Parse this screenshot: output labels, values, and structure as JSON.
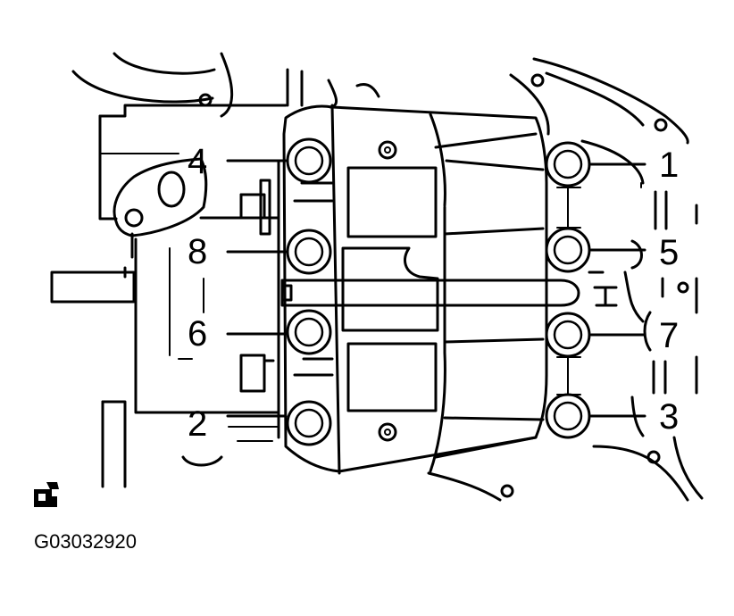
{
  "figure_code": "G03032920",
  "bolt_labels": [
    "1",
    "2",
    "3",
    "4",
    "5",
    "6",
    "7",
    "8"
  ],
  "icons": {
    "torque_symbol": "torque-wrench-icon"
  }
}
